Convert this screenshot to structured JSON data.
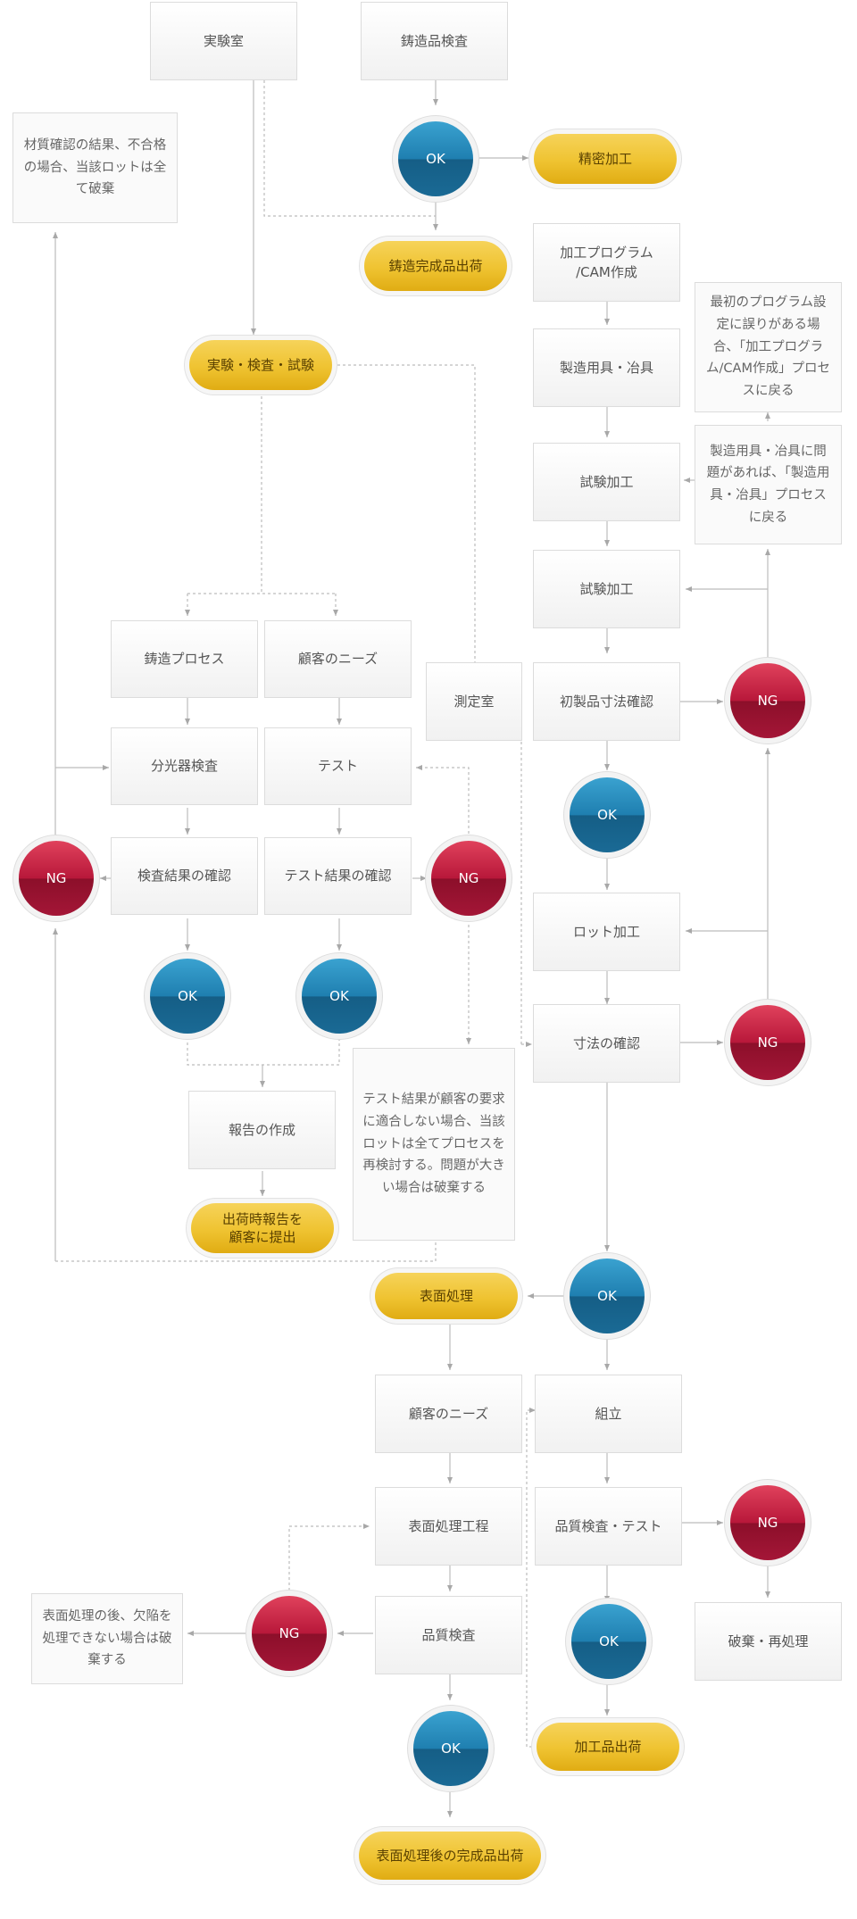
{
  "colors": {
    "ok": "#1f7fb0",
    "ng": "#b8183a",
    "pill": "#efc331",
    "connector": "#b5b5b5"
  },
  "left": {
    "lab": "実験室",
    "material_note": "材質確認の結果、不合格の場合、当該ロットは全て破棄",
    "test_hub": "実験・検査・試験",
    "casting_process": "鋳造プロセス",
    "customer_needs": "顧客のニーズ",
    "spectro": "分光器検査",
    "test": "テスト",
    "inspect_result": "検査結果の確認",
    "test_result": "テスト結果の確認",
    "ng": "NG",
    "ok": "OK",
    "report": "報告の作成",
    "submit": "出荷時報告を\n顧客に提出",
    "test_note": "テスト結果が顧客の要求に適合しない場合、当該ロットは全てプロセスを再検討する。問題が大きい場合は破棄する"
  },
  "top": {
    "casting_inspect": "鋳造品検査",
    "ok": "OK",
    "casting_ship": "鋳造完成品出荷",
    "precision": "精密加工"
  },
  "right": {
    "cam": "加工プログラム\n/CAM作成",
    "tools": "製造用具・冶具",
    "trial1": "試験加工",
    "trial2": "試験加工",
    "measure_room": "測定室",
    "first_dim": "初製品寸法確認",
    "lot": "ロット加工",
    "dim_check": "寸法の確認",
    "ng": "NG",
    "ok": "OK",
    "note_program": "最初のプログラム設定に誤りがある場合、「加工プログラム/CAM作成」プロセスに戻る",
    "note_tools": "製造用具・冶具に問題があれば、「製造用具・冶具」プロセスに戻る"
  },
  "bottom": {
    "ok": "OK",
    "ng": "NG",
    "surface": "表面処理",
    "customer_needs": "顧客のニーズ",
    "surface_process": "表面処理工程",
    "quality": "品質検査",
    "surface_note": "表面処理の後、欠陥を処理できない場合は破棄する",
    "surface_ship": "表面処理後の完成品出荷",
    "assembly": "組立",
    "quality_test": "品質検査・テスト",
    "discard": "破棄・再処理",
    "machined_ship": "加工品出荷"
  }
}
